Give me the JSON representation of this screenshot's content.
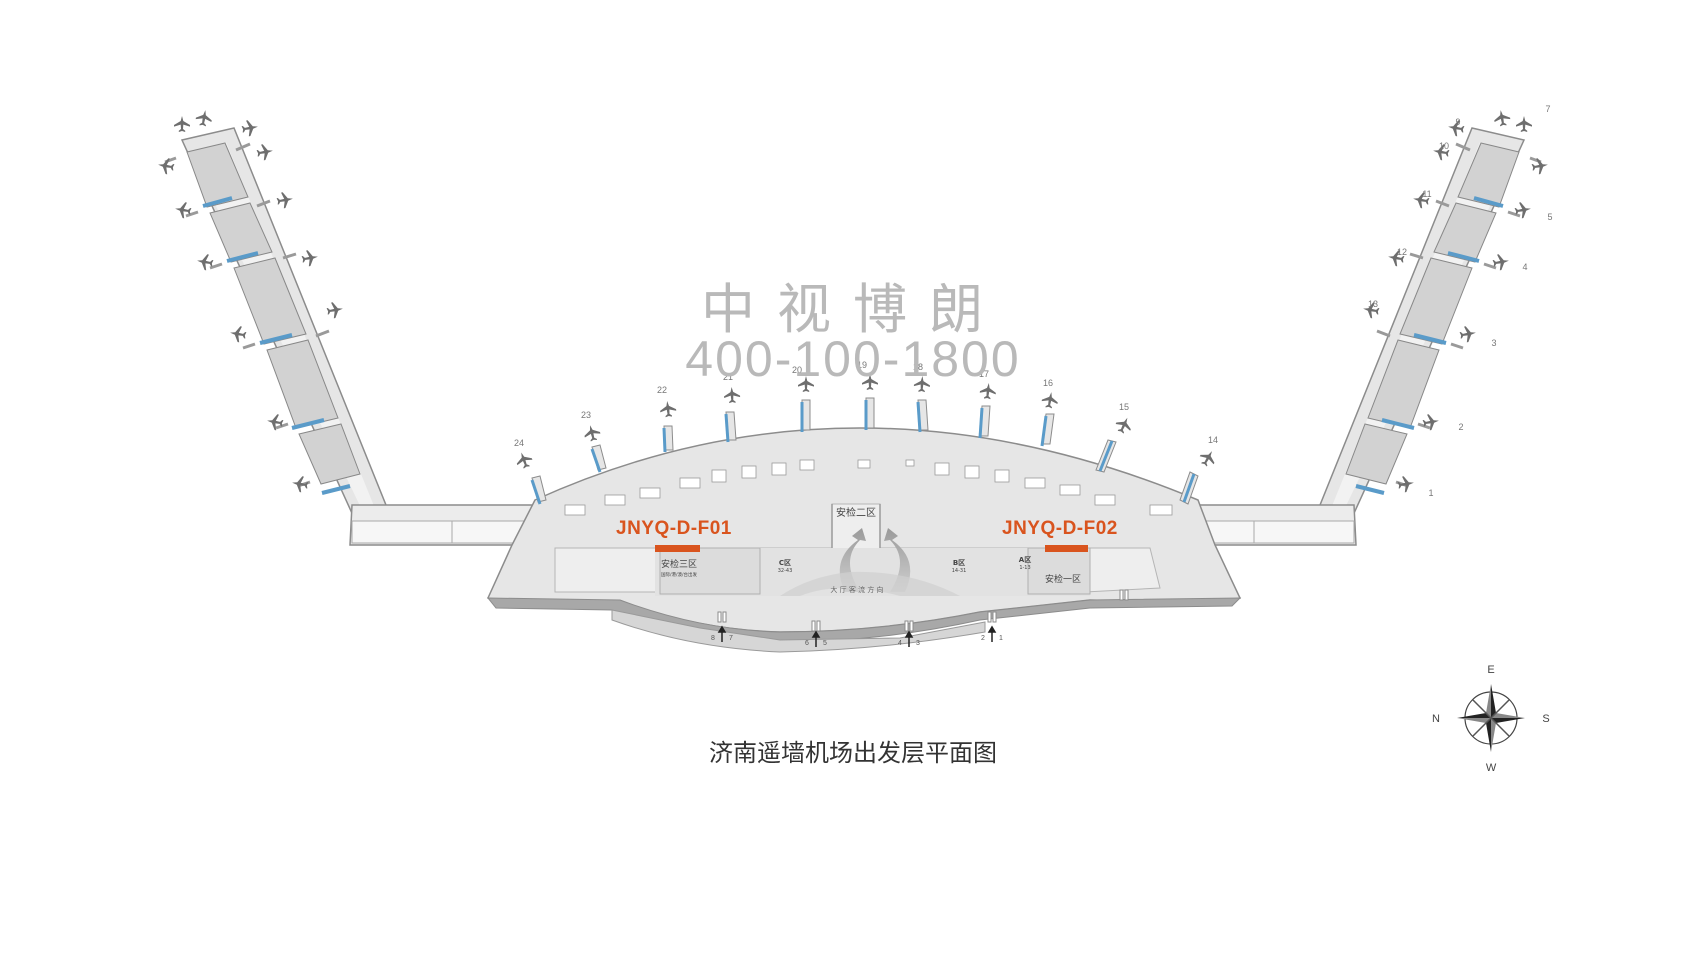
{
  "watermark": {
    "company": "中视博朗",
    "phone": "400-100-1800"
  },
  "caption": "济南遥墙机场出发层平面图",
  "ad_spots": [
    {
      "code": "JNYQ-D-F01"
    },
    {
      "code": "JNYQ-D-F02"
    }
  ],
  "zones": {
    "security_1": "安检一区",
    "security_2": "安检二区",
    "security_3": "安检三区",
    "security_3_sub": "国际/港/澳/台出发",
    "zone_a": "A区",
    "zone_a_range": "1-13",
    "zone_b": "B区",
    "zone_b_range": "14-31",
    "zone_c": "C区",
    "zone_c_range": "32-43",
    "flow": "大 厅 客 流 方 向"
  },
  "gates": {
    "main": [
      "24",
      "23",
      "22",
      "21",
      "20",
      "19",
      "18",
      "17",
      "16",
      "15",
      "14"
    ],
    "right_pier_outer": [
      "9",
      "10",
      "11",
      "12",
      "13"
    ],
    "right_pier_inner": [
      "7",
      "5",
      "4",
      "3",
      "2",
      "1"
    ],
    "entrances": [
      "8",
      "7",
      "6",
      "5",
      "4",
      "3",
      "2",
      "1"
    ]
  },
  "compass": {
    "north": "N",
    "south": "S",
    "east": "E",
    "west": "W"
  },
  "colors": {
    "terminal_fill": "#e6e6e6",
    "pier_room": "#d2d2d2",
    "outline": "#8c8c8c",
    "bridge": "#5a9bc9",
    "ad": "#d9541e",
    "watermark": "#b9b9b9"
  }
}
